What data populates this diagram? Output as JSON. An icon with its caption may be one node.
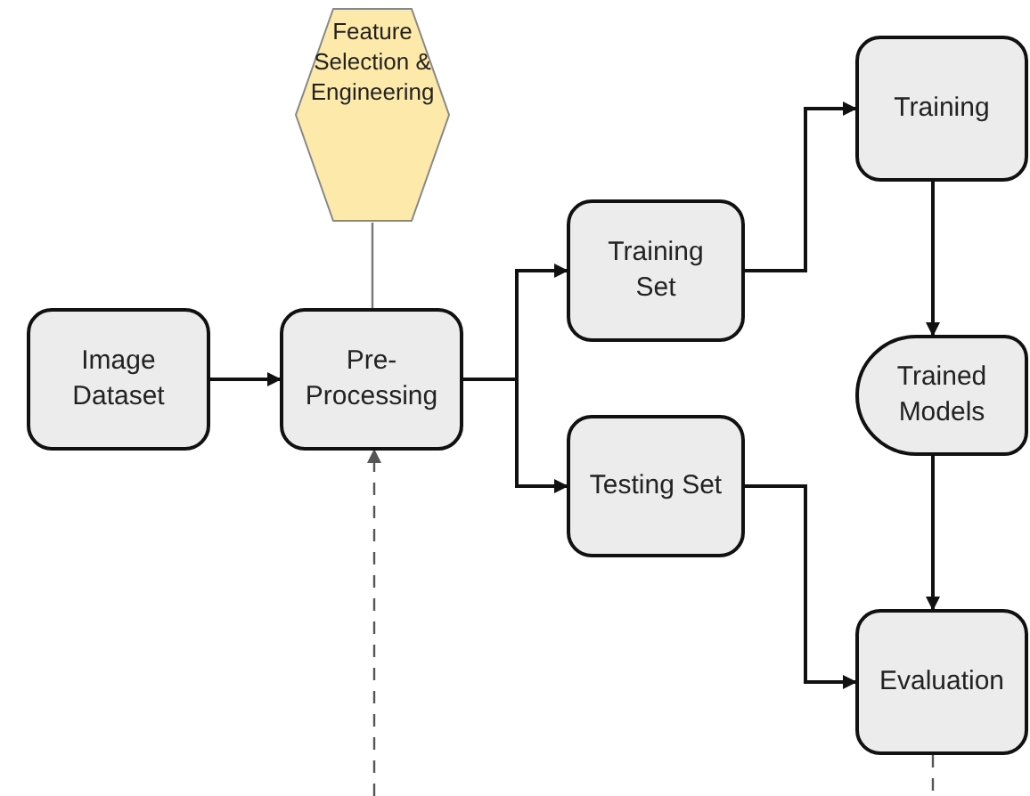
{
  "diagram": {
    "nodes": [
      {
        "text": [
          "Feature Selection & Engineering"
        ]
      },
      {
        "text": [
          "Image Dataset"
        ]
      },
      {
        "text": [
          "Pre-Processing"
        ]
      },
      {
        "text": [
          "Training Set"
        ]
      },
      {
        "text": [
          "Testing Set"
        ]
      },
      {
        "text": [
          "Training"
        ]
      },
      {
        "text": [
          "Trained Models"
        ]
      },
      {
        "text": [
          "Evaluation"
        ]
      }
    ],
    "edges": [
      {
        "from": 1,
        "to": 2,
        "arrow": "to"
      },
      {
        "from": 0,
        "to": 2,
        "arrow": "none",
        "color": "#777777"
      },
      {
        "from": 2,
        "to": 3,
        "arrow": "to"
      },
      {
        "from": 2,
        "to": 4,
        "arrow": "to"
      },
      {
        "from": 3,
        "to": 5,
        "arrow": "to"
      },
      {
        "from": 5,
        "to": 6,
        "arrow": "to"
      },
      {
        "from": 6,
        "to": 7,
        "arrow": "to"
      },
      {
        "from": 4,
        "to": 7,
        "arrow": "to"
      },
      {
        "from": null,
        "to": 2,
        "arrow": "to",
        "style": "dashed",
        "color": "#555555"
      },
      {
        "from": 7,
        "to": null,
        "arrow": "none",
        "style": "dashed",
        "color": "#555555"
      }
    ]
  }
}
